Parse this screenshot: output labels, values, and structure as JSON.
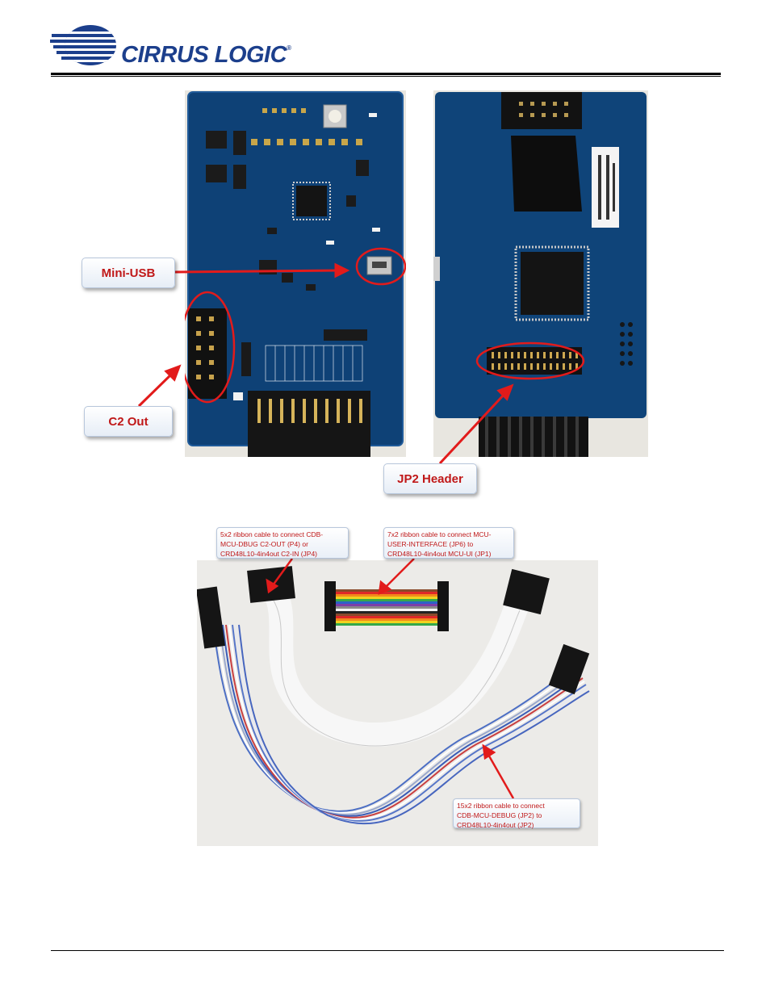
{
  "header": {
    "brand": "CIRRUS LOGIC",
    "trademark": "®"
  },
  "figure1": {
    "callouts": {
      "mini_usb": "Mini-USB",
      "c2_out": "C2 Out",
      "jp2_header": "JP2 Header"
    }
  },
  "figure2": {
    "notes": {
      "ribbon_5x2": "5x2 ribbon cable to connect CDB-\nMCU-DBUG C2-OUT (P4) or\nCRD48L10-4in4out C2-IN (JP4)",
      "ribbon_7x2": "7x2 ribbon cable to connect MCU-\nUSER-INTERFACE (JP6) to\nCRD48L10-4in4out MCU-UI (JP1)",
      "ribbon_15x2": "15x2 ribbon cable to connect\nCDB-MCU-DEBUG (JP2) to\nCRD48L10-4in4out (JP2)"
    }
  },
  "colors": {
    "brand_blue": "#1c3f8c",
    "annotation_red": "#c01818",
    "pcb_blue": "#0e3b6e"
  }
}
